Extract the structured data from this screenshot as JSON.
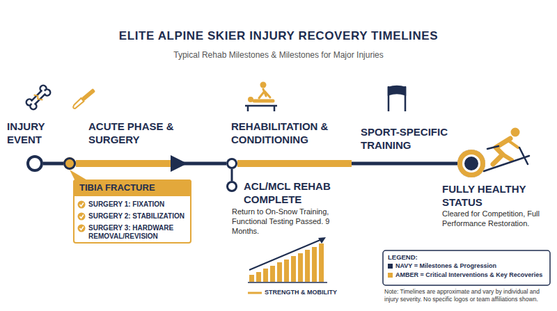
{
  "diagram": {
    "title": "ELITE ALPINE SKIER INJURY RECOVERY TIMELINES",
    "nodes": [
      {
        "text": [
          "INJURY EVENT"
        ]
      },
      {
        "text": [
          "ACUTE PHASE & SURGERY"
        ]
      },
      {
        "text": [
          "TIBIA FRACTURE",
          "SURGERY 1: FIXATION",
          "SURGERY 2: STABILIZATION",
          "SURGERY 3: HARDWARE REMOVAL/REVISION"
        ]
      },
      {
        "text": [
          "REHABILITATION & CONDITIONING"
        ]
      },
      {
        "text": [
          "ACL/MCL REHAB COMPLETE",
          "Return to On-Snow Training, Functional Testing Passed. 9 Months."
        ]
      },
      {
        "text": [
          "FULLY HEALTHY STATUS",
          "Cleared for Competition, Full Performance Restoration."
        ]
      }
    ],
    "edges": [
      {
        "from": 0,
        "to": 1,
        "arrow": "none"
      },
      {
        "from": 1,
        "to": 2,
        "arrow": "none"
      },
      {
        "from": 1,
        "to": 3,
        "arrow": "to"
      },
      {
        "from": 3,
        "to": 4,
        "arrow": "none"
      },
      {
        "from": 3,
        "to": 5,
        "arrow": "none"
      }
    ],
    "labels": [
      "Typical Rehab Milestones & Milestones for Major Injuries",
      "SPORT-SPECIFIC TRAINING",
      "STRENGTH & MOBILITY",
      "LEGEND:",
      "Note: Timelines are approximate and vary by individual and injury severity. No specific logos or team affiliations shown."
    ],
    "legend": [
      {
        "text": "NAVY = Milestones & Progression",
        "color": "#1e2d4f"
      },
      {
        "text": "AMBER = Critical Interventions & Key Recoveries",
        "color": "#e3a83b"
      }
    ]
  }
}
